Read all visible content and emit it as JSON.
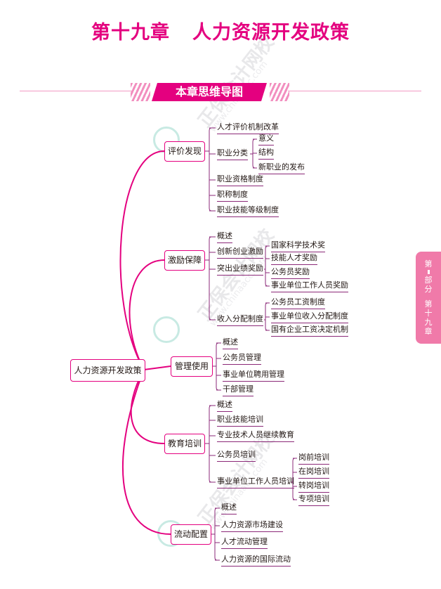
{
  "header": {
    "chapter": "第十九章",
    "title": "人力资源开发政策"
  },
  "banner": "本章思维导图",
  "side_tab": {
    "part": [
      "第",
      "部",
      "分"
    ],
    "chapter": [
      "第",
      "十",
      "九",
      "章"
    ]
  },
  "watermark": {
    "text": "正保会计网校",
    "url": "www.chinaacc.com"
  },
  "mindmap": {
    "root": "人力资源开发政策",
    "branches": [
      {
        "label": "评价发现",
        "items": [
          {
            "label": "人才评价机制改革"
          },
          {
            "label": "职业分类",
            "items": [
              {
                "label": "意义"
              },
              {
                "label": "结构"
              },
              {
                "label": "新职业的发布"
              }
            ]
          },
          {
            "label": "职业资格制度"
          },
          {
            "label": "职称制度"
          },
          {
            "label": "职业技能等级制度"
          }
        ]
      },
      {
        "label": "激励保障",
        "items": [
          {
            "label": "概述"
          },
          {
            "label": "创新创业激励"
          },
          {
            "label": "突出业绩奖励",
            "items": [
              {
                "label": "国家科学技术奖"
              },
              {
                "label": "技能人才奖励"
              },
              {
                "label": "公务员奖励"
              },
              {
                "label": "事业单位工作人员奖励"
              }
            ]
          },
          {
            "label": "收入分配制度",
            "items": [
              {
                "label": "公务员工资制度"
              },
              {
                "label": "事业单位收入分配制度"
              },
              {
                "label": "国有企业工资决定机制"
              }
            ]
          }
        ]
      },
      {
        "label": "管理使用",
        "items": [
          {
            "label": "概述"
          },
          {
            "label": "公务员管理"
          },
          {
            "label": "事业单位聘用管理"
          },
          {
            "label": "干部管理"
          }
        ]
      },
      {
        "label": "教育培训",
        "items": [
          {
            "label": "概述"
          },
          {
            "label": "职业技能培训"
          },
          {
            "label": "专业技术人员继续教育"
          },
          {
            "label": "公务员培训"
          },
          {
            "label": "事业单位工作人员培训",
            "items": [
              {
                "label": "岗前培训"
              },
              {
                "label": "在岗培训"
              },
              {
                "label": "转岗培训"
              },
              {
                "label": "专项培训"
              }
            ]
          }
        ]
      },
      {
        "label": "流动配置",
        "items": [
          {
            "label": "概述"
          },
          {
            "label": "人力资源市场建设"
          },
          {
            "label": "人才流动管理"
          },
          {
            "label": "人力资源的国际流动"
          }
        ]
      }
    ]
  },
  "colors": {
    "accent": "#e4007f",
    "sub_line": "#8b2878",
    "tab": "#f07aa9"
  }
}
